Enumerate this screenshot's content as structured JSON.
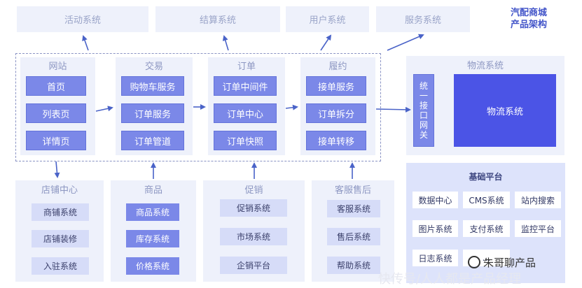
{
  "top_systems": [
    "活动系统",
    "结算系统",
    "用户系统",
    "服务系统"
  ],
  "title": [
    "汽配商城",
    "产品架构"
  ],
  "columns": [
    {
      "title": "网站",
      "items": [
        "首页",
        "列表页",
        "详情页"
      ]
    },
    {
      "title": "交易",
      "items": [
        "购物车服务",
        "订单服务",
        "订单管道"
      ]
    },
    {
      "title": "订单",
      "items": [
        "订单中间件",
        "订单中心",
        "订单快照"
      ]
    },
    {
      "title": "履约",
      "items": [
        "接单服务",
        "订单拆分",
        "接单转移"
      ]
    }
  ],
  "logistics": {
    "title": "物流系统",
    "interface": "统一接口网关",
    "core": "物流系统"
  },
  "bottom": [
    {
      "title": "店铺中心",
      "items": [
        "商铺系统",
        "店铺装修",
        "入驻系统"
      ]
    },
    {
      "title": "商品",
      "items": [
        "商品系统",
        "库存系统",
        "价格系统"
      ]
    },
    {
      "title": "促销",
      "items": [
        "促销系统",
        "市场系统",
        "企销平台"
      ]
    },
    {
      "title": "客服售后",
      "items": [
        "客服系统",
        "售后系统",
        "帮助系统"
      ]
    }
  ],
  "base_platform": {
    "title": "基础平台",
    "items": [
      "数据中心",
      "CMS系统",
      "站内搜索",
      "图片系统",
      "支付系统",
      "监控平台",
      "日志系统",
      "…"
    ]
  },
  "watermark": "朱哥聊产品",
  "watermark2": "快传号/人人都是产品经理"
}
